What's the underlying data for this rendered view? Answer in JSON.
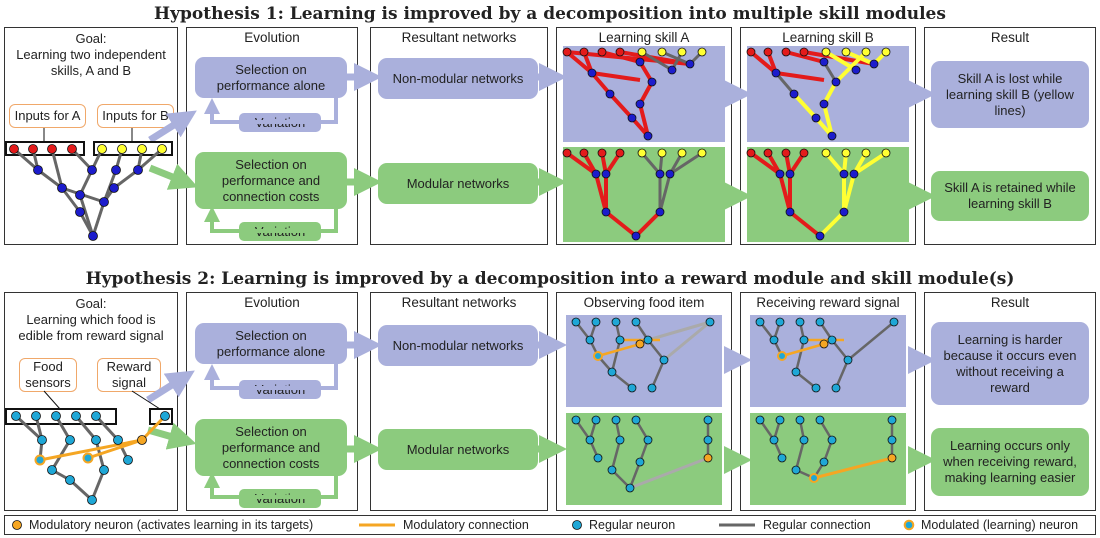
{
  "hyp1": {
    "title": "Hypothesis 1: Learning is improved by a decomposition into multiple skill modules",
    "goal_heading": "Goal:",
    "goal_text": "Learning two independent skills, A and B",
    "inputs_a": "Inputs for A",
    "inputs_b": "Inputs for B",
    "evolution_header": "Evolution",
    "sel_top": "Selection on performance alone",
    "sel_bottom": "Selection on performance and connection costs",
    "variation": "Variation",
    "networks_header": "Resultant networks",
    "nonmodular": "Non-modular networks",
    "modular": "Modular networks",
    "col4_header": "Learning  skill A",
    "col5_header": "Learning skill B",
    "result_header": "Result",
    "result_top": "Skill A is lost while learning skill B (yellow lines)",
    "result_bottom": "Skill A is retained while learning skill B"
  },
  "hyp2": {
    "title": "Hypothesis 2: Learning is improved by a decomposition into a reward module and skill module(s)",
    "goal_heading": "Goal:",
    "goal_text": "Learning which food is edible from reward signal",
    "food": "Food sensors",
    "reward": "Reward signal",
    "evolution_header": "Evolution",
    "sel_top": "Selection on performance alone",
    "sel_bottom": "Selection on performance and connection costs",
    "variation": "Variation",
    "networks_header": "Resultant networks",
    "nonmodular": "Non-modular networks",
    "modular": "Modular networks",
    "col4_header": "Observing food item",
    "col5_header": "Receiving reward signal",
    "result_header": "Result",
    "result_top": "Learning is harder because it occurs even without receiving a reward",
    "result_bottom": "Learning occurs only when receiving reward, making learning easier"
  },
  "legend": {
    "modulatory_neuron": "Modulatory neuron (activates learning in its targets)",
    "modulatory_connection": "Modulatory connection",
    "regular_neuron": "Regular neuron",
    "regular_connection": "Regular connection",
    "modulated_neuron": "Modulated (learning) neuron"
  },
  "colors": {
    "purple": "#aab0dc",
    "green": "#8ccb7e",
    "red": "#e31b1b",
    "yellow": "#ffff33",
    "blue_neuron": "#1c1ccc",
    "teal_neuron": "#1fa7d6",
    "orange": "#f5a623",
    "gray": "#666666"
  }
}
